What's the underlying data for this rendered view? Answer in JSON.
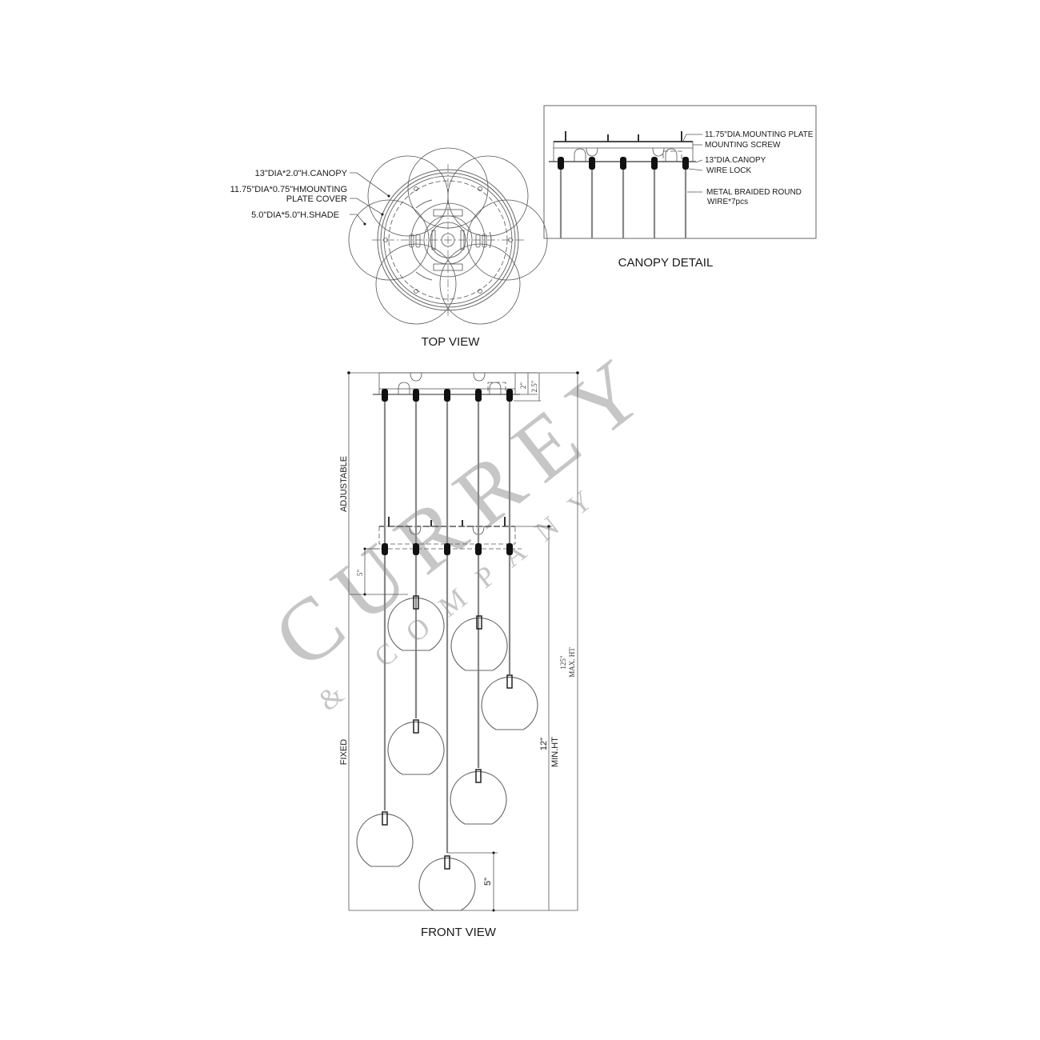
{
  "top_view": {
    "title": "TOP VIEW",
    "callouts": [
      {
        "line1": "13\"DIA*2.0\"H.CANOPY",
        "line2": ""
      },
      {
        "line1": "11.75\"DIA*0.75\"HMOUNTING",
        "line2": "PLATE COVER"
      },
      {
        "line1": "5.0\"DIA*5.0\"H.SHADE",
        "line2": ""
      }
    ]
  },
  "canopy_detail": {
    "title": "CANOPY DETAIL",
    "callouts": [
      {
        "line1": "11.75\"DIA.MOUNTING PLATE",
        "line2": ""
      },
      {
        "line1": "MOUNTING SCREW",
        "line2": ""
      },
      {
        "line1": "13\"DIA.CANOPY",
        "line2": ""
      },
      {
        "line1": "WIRE LOCK",
        "line2": ""
      },
      {
        "line1": "METAL BRAIDED ROUND",
        "line2": "WIRE*7pcs"
      }
    ]
  },
  "front_view": {
    "title": "FRONT VIEW",
    "labels": {
      "adjustable": "ADJUSTABLE",
      "fixed": "FIXED",
      "canopy_height_small": "2\"",
      "canopy_height_total": "2.5\"",
      "globe_offset_top": "5\"",
      "globe_offset_bottom": "5\"",
      "min_height_value": "12\"",
      "min_height_label": "MIN.HT",
      "max_height_value": "125\"",
      "max_height_label": "MAX. HT"
    },
    "pendant_count": 7
  },
  "watermark": {
    "brand": "CURREY",
    "sub": "& COMPANY",
    "color": "#bdbdbd"
  }
}
